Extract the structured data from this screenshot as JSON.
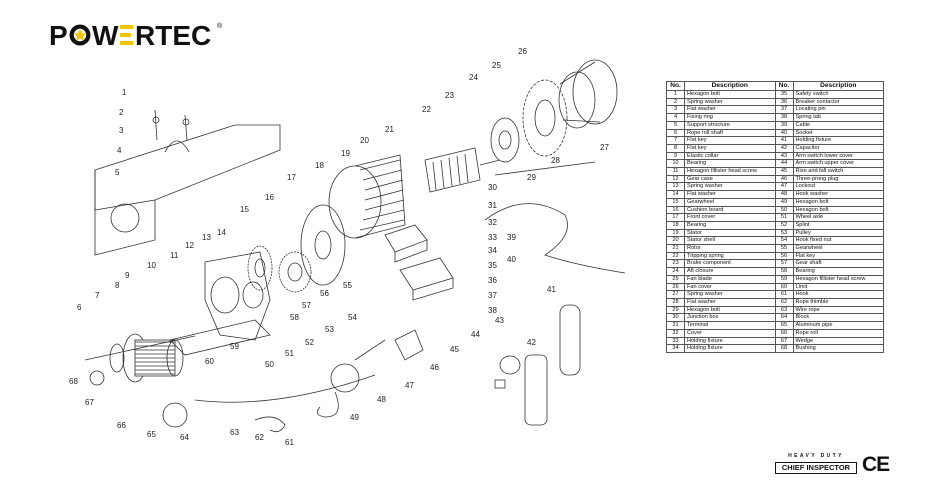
{
  "brand": {
    "name": "POWERTEC",
    "registered": "®",
    "accent": "#f5c400"
  },
  "callouts": [
    "1",
    "2",
    "3",
    "4",
    "5",
    "6",
    "7",
    "8",
    "9",
    "10",
    "11",
    "12",
    "13",
    "14",
    "15",
    "16",
    "17",
    "18",
    "19",
    "20",
    "21",
    "22",
    "23",
    "24",
    "25",
    "26",
    "27",
    "28",
    "29",
    "30",
    "31",
    "32",
    "33",
    "34",
    "35",
    "36",
    "37",
    "38",
    "39",
    "40",
    "41",
    "42",
    "43",
    "44",
    "45",
    "46",
    "47",
    "48",
    "49",
    "50",
    "51",
    "52",
    "53",
    "54",
    "55",
    "56",
    "57",
    "58",
    "59",
    "60",
    "61",
    "62",
    "63",
    "64",
    "65",
    "66",
    "67",
    "68"
  ],
  "parts_table": {
    "headers": [
      "No.",
      "Description",
      "No.",
      "Description"
    ],
    "rows": [
      [
        "1",
        "Hexagon bolt",
        "35",
        "Safety switch"
      ],
      [
        "2",
        "Spring washer",
        "36",
        "Breaker contactor"
      ],
      [
        "3",
        "Flat washer",
        "37",
        "Locating pin"
      ],
      [
        "4",
        "Fixing ring",
        "38",
        "Spring tab"
      ],
      [
        "5",
        "Support structure",
        "39",
        "Cable"
      ],
      [
        "6",
        "Rope roll shaft",
        "40",
        "Socket"
      ],
      [
        "7",
        "Flat key",
        "41",
        "Holding fixture"
      ],
      [
        "8",
        "Flat key",
        "42",
        "Capacitor"
      ],
      [
        "9",
        "Elastic collar",
        "43",
        "Arm switch lower cover"
      ],
      [
        "10",
        "Bearing",
        "44",
        "Arm switch upper cover"
      ],
      [
        "11",
        "Hexagon fillister head screw",
        "45",
        "Rise and fall switch"
      ],
      [
        "12",
        "Gear case",
        "46",
        "Three-prong plug"
      ],
      [
        "13",
        "Spring washer",
        "47",
        "Lockout"
      ],
      [
        "14",
        "Flat washer",
        "48",
        "Hook washer"
      ],
      [
        "15",
        "Gearwheel",
        "49",
        "Hexagon bolt"
      ],
      [
        "16",
        "Cushion board",
        "50",
        "Hexagon bolt"
      ],
      [
        "17",
        "Front cover",
        "51",
        "Wheel axle"
      ],
      [
        "18",
        "Bearing",
        "52",
        "Splint"
      ],
      [
        "19",
        "Stator",
        "53",
        "Pulley"
      ],
      [
        "20",
        "Stator shell",
        "54",
        "Hook fixed nut"
      ],
      [
        "21",
        "Rotor",
        "55",
        "Gearwheel"
      ],
      [
        "22",
        "Tripping spring",
        "56",
        "Flat key"
      ],
      [
        "23",
        "Brake component",
        "57",
        "Gear shaft"
      ],
      [
        "24",
        "Aft closure",
        "58",
        "Bearing"
      ],
      [
        "25",
        "Fan blade",
        "59",
        "Hexagon fillister head screw"
      ],
      [
        "26",
        "Fan cover",
        "60",
        "Limit"
      ],
      [
        "27",
        "Spring washer",
        "61",
        "Hook"
      ],
      [
        "28",
        "Flat washer",
        "62",
        "Rope thimble"
      ],
      [
        "29",
        "Hexagon bolt",
        "63",
        "Wire rope"
      ],
      [
        "30",
        "Junction box",
        "64",
        "Block"
      ],
      [
        "31",
        "Terminal",
        "65",
        "Aluminum pipe"
      ],
      [
        "32",
        "Cover",
        "66",
        "Rope roll"
      ],
      [
        "33",
        "Holding fixture",
        "67",
        "Wedge"
      ],
      [
        "34",
        "Holding fixture",
        "68",
        "Bushing"
      ]
    ]
  },
  "badge": {
    "top": "HEAVY DUTY",
    "bottom": "CHIEF INSPECTOR",
    "mark": "CE"
  }
}
